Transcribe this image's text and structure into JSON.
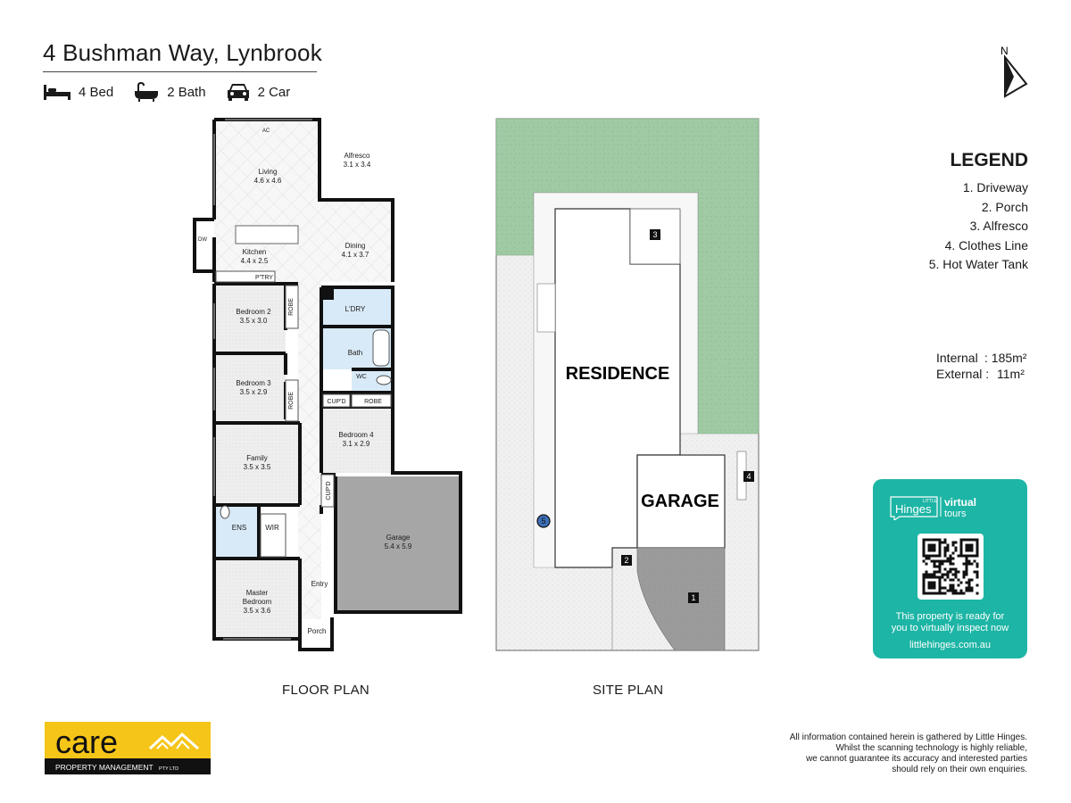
{
  "header": {
    "address": "4 Bushman Way, Lynbrook",
    "features": [
      {
        "icon": "bed-icon",
        "label": "4 Bed"
      },
      {
        "icon": "bathtub-icon",
        "label": "2 Bath"
      },
      {
        "icon": "car-icon",
        "label": "2 Car"
      }
    ]
  },
  "compass": {
    "label": "N"
  },
  "floor_plan": {
    "caption": "FLOOR PLAN",
    "rooms": [
      {
        "key": "living",
        "name": "Living",
        "size": "4.6 x 4.6"
      },
      {
        "key": "alfresco",
        "name": "Alfresco",
        "size": "3.1 x 3.4"
      },
      {
        "key": "kitchen",
        "name": "Kitchen",
        "size": "4.4 x 2.5"
      },
      {
        "key": "dining",
        "name": "Dining",
        "size": "4.1 x 3.7"
      },
      {
        "key": "bedroom2",
        "name": "Bedroom 2",
        "size": "3.5 x 3.0"
      },
      {
        "key": "bedroom3",
        "name": "Bedroom 3",
        "size": "3.5 x 2.9"
      },
      {
        "key": "bedroom4",
        "name": "Bedroom 4",
        "size": "3.1 x 2.9"
      },
      {
        "key": "family",
        "name": "Family",
        "size": "3.5 x 3.5"
      },
      {
        "key": "garage",
        "name": "Garage",
        "size": "5.4 x 5.9"
      },
      {
        "key": "master",
        "name": "Master",
        "name2": "Bedroom",
        "size": "3.5 x 3.6"
      }
    ],
    "labels": {
      "ac": "AC",
      "dw": "DW",
      "pantry": "P'TRY",
      "laundry": "L'DRY",
      "bath": "Bath",
      "wc": "WC",
      "robe": "ROBE",
      "cupd": "CUP'D",
      "ens": "ENS",
      "wir": "WIR",
      "entry": "Entry",
      "porch": "Porch"
    }
  },
  "site_plan": {
    "caption": "SITE PLAN",
    "residence": "RESIDENCE",
    "garage": "GARAGE",
    "markers": [
      "1",
      "2",
      "3",
      "4",
      "5"
    ],
    "colors": {
      "lawn": "#9fcaa3",
      "concrete": "#f0f0f0",
      "driveway": "#9b9b9b"
    }
  },
  "legend": {
    "title": "LEGEND",
    "items": [
      "1. Driveway",
      "2. Porch",
      "3. Alfresco",
      "4. Clothes Line",
      "5. Hot Water Tank"
    ]
  },
  "areas": {
    "internal_label": "Internal",
    "internal_value": ": 185m²",
    "external_label": "External :",
    "external_value": "11m²"
  },
  "virtual_tours": {
    "brand_small": "LITTLE",
    "brand": "Hinges",
    "word1": "virtual",
    "word2": "tours",
    "line1": "This property is ready for",
    "line2": "you to virtually inspect now",
    "url": "littlehinges.com.au",
    "color": "#1db5a5"
  },
  "company_logo": {
    "name": "care",
    "sub": "PROPERTY MANAGEMENT",
    "suffix": "PTY LTD",
    "color": "#f5c518"
  },
  "disclaimer": [
    "All information contained herein is gathered by Little Hinges.",
    "Whilst the scanning technology is highly reliable,",
    "we cannot guarantee its accuracy and interested parties",
    "should rely on their own enquiries."
  ]
}
